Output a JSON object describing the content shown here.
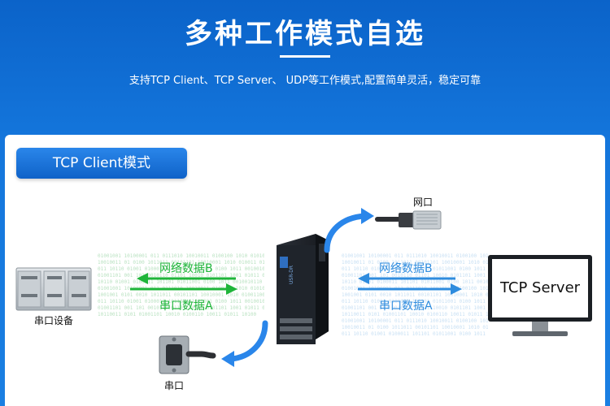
{
  "header": {
    "title": "多种工作模式自选",
    "subtitle": "支持TCP Client、TCP Server、 UDP等工作模式,配置简单灵活，稳定可靠"
  },
  "panel": {
    "mode_tab": "TCP Client模式",
    "left_flow": {
      "top_label": "网络数据B",
      "bottom_label": "串口数据A"
    },
    "right_flow": {
      "top_label": "网络数据B",
      "bottom_label": "串口数据A"
    },
    "serial_device_label": "串口设备",
    "network_port_label": "网口",
    "serial_port_label": "串口",
    "server_label": "TCP Server"
  },
  "colors": {
    "brand_blue": "#1476dc",
    "green": "#1fb53a",
    "arrow_blue": "#2f8cde"
  },
  "icons": [
    "plc-device-icon",
    "serial-server-device-icon",
    "rj45-cable-icon",
    "db9-connector-icon",
    "monitor-icon",
    "curved-arrow-icon"
  ]
}
